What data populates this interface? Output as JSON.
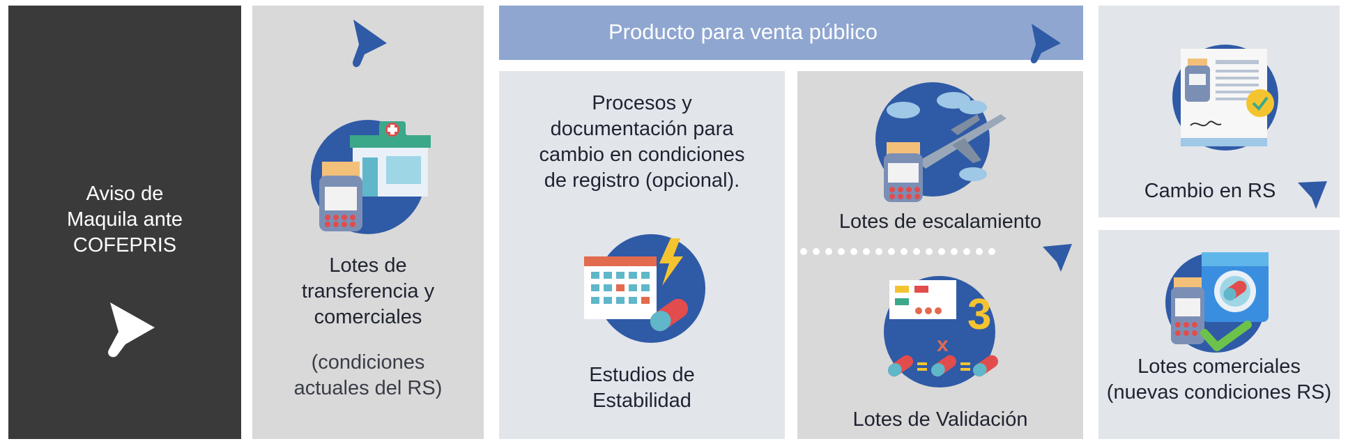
{
  "col1": {
    "lines": [
      "Aviso de",
      "Maquila ante",
      "COFEPRIS"
    ],
    "icon": "play-arrow-icon"
  },
  "col2": {
    "title_lines": [
      "Lotes de",
      "transferencia y",
      "comerciales"
    ],
    "sub_lines": [
      "(condiciones",
      "actuales del RS)"
    ],
    "icon": "pharmacy-store-icon"
  },
  "header": {
    "label": "Producto para venta público"
  },
  "col3": {
    "top_lines": [
      "Procesos y",
      "documentación para",
      "cambio en condiciones",
      "de registro (opcional)."
    ],
    "bottom_lines": [
      "Estudios de",
      "Estabilidad"
    ],
    "icon": "calendar-pill-icon"
  },
  "col4": {
    "top_label": "Lotes de escalamiento",
    "bottom_label": "Lotes de Validación",
    "top_icon": "airplane-bottle-icon",
    "bottom_icon": "pills-times-three-icon"
  },
  "col5": {
    "top_label": "Cambio en RS",
    "bottom_lines": [
      "Lotes comerciales",
      "(nuevas condiciones RS)"
    ],
    "top_icon": "certificate-document-icon",
    "bottom_icon": "bottle-checkmark-icon"
  },
  "colors": {
    "dark_panel": "#3a3a3a",
    "gray_panel": "#d9d9d9",
    "light_panel": "#e2e5ea",
    "header_blue": "#8fa6d0",
    "accent_blue": "#2f5aa6"
  }
}
